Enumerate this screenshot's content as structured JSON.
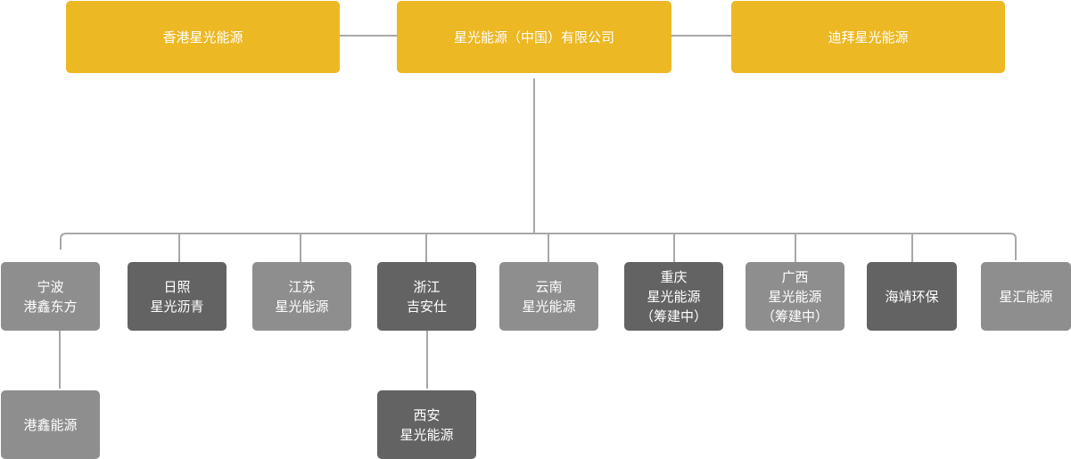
{
  "colors": {
    "top_box": "#ecb824",
    "light_box": "#8e8e8e",
    "dark_box": "#636363",
    "connector": "#a8a8a8"
  },
  "top": {
    "left": "香港星光能源",
    "center": "星光能源（中国）有限公司",
    "right": "迪拜星光能源"
  },
  "subsidiaries": [
    {
      "lines": [
        "宁波",
        "港鑫东方"
      ],
      "shade": "light"
    },
    {
      "lines": [
        "日照",
        "星光沥青"
      ],
      "shade": "dark"
    },
    {
      "lines": [
        "江苏",
        "星光能源"
      ],
      "shade": "light"
    },
    {
      "lines": [
        "浙江",
        "吉安仕"
      ],
      "shade": "dark"
    },
    {
      "lines": [
        "云南",
        "星光能源"
      ],
      "shade": "light"
    },
    {
      "lines": [
        "重庆",
        "星光能源",
        "（筹建中）"
      ],
      "shade": "dark"
    },
    {
      "lines": [
        "广西",
        "星光能源",
        "（筹建中）"
      ],
      "shade": "light"
    },
    {
      "lines": [
        "海靖环保"
      ],
      "shade": "dark"
    },
    {
      "lines": [
        "星汇能源"
      ],
      "shade": "light"
    }
  ],
  "children": [
    {
      "parent_index": 0,
      "lines": [
        "港鑫能源"
      ],
      "shade": "light"
    },
    {
      "parent_index": 3,
      "lines": [
        "西安",
        "星光能源"
      ],
      "shade": "dark"
    }
  ]
}
